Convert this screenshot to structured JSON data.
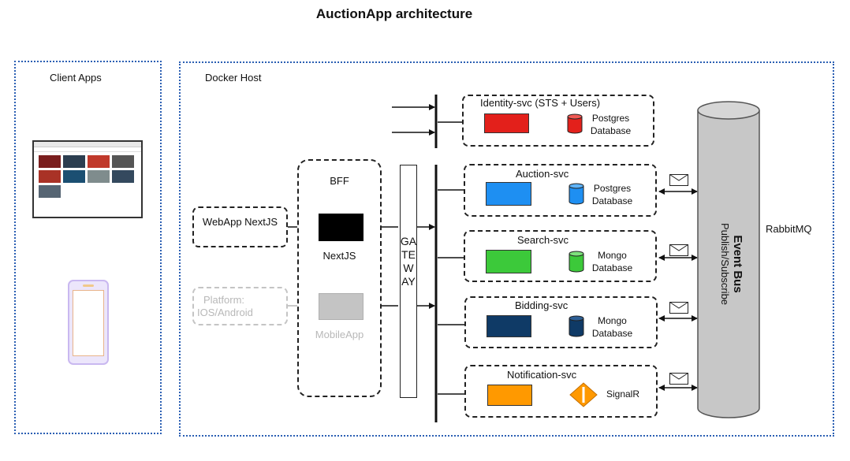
{
  "title": "AuctionApp architecture",
  "client_panel": {
    "label": "Client Apps"
  },
  "docker_panel": {
    "label": "Docker Host"
  },
  "webapp": {
    "label": "WebApp NextJS"
  },
  "platform": {
    "line1": "Platform:",
    "line2": "IOS/Android"
  },
  "bff": {
    "label": "BFF",
    "nextjs_label": "NextJS",
    "mobile_label": "MobileApp"
  },
  "gateway": {
    "label": "GATEWAY"
  },
  "services": [
    {
      "name": "Identity-svc (STS + Users)",
      "db_line1": "Postgres",
      "db_line2": "Database",
      "color": "#e3201b",
      "db_color": "#e3201b"
    },
    {
      "name": "Auction-svc",
      "db_line1": "Postgres",
      "db_line2": "Database",
      "color": "#1e8ff2",
      "db_color": "#1e8ff2"
    },
    {
      "name": "Search-svc",
      "db_line1": "Mongo",
      "db_line2": "Database",
      "color": "#3cc93a",
      "db_color": "#3cc93a"
    },
    {
      "name": "Bidding-svc",
      "db_line1": "Mongo",
      "db_line2": "Database",
      "color": "#0f3a66",
      "db_color": "#0f3a66"
    },
    {
      "name": "Notification-svc",
      "db_line1": "SignalR",
      "db_line2": "",
      "color": "#ff9900",
      "db_color": "#ff9900"
    }
  ],
  "event_bus": {
    "line1": "Event Bus",
    "line2": "Publish/Subscribe"
  },
  "rabbitmq": {
    "label": "RabbitMQ"
  }
}
